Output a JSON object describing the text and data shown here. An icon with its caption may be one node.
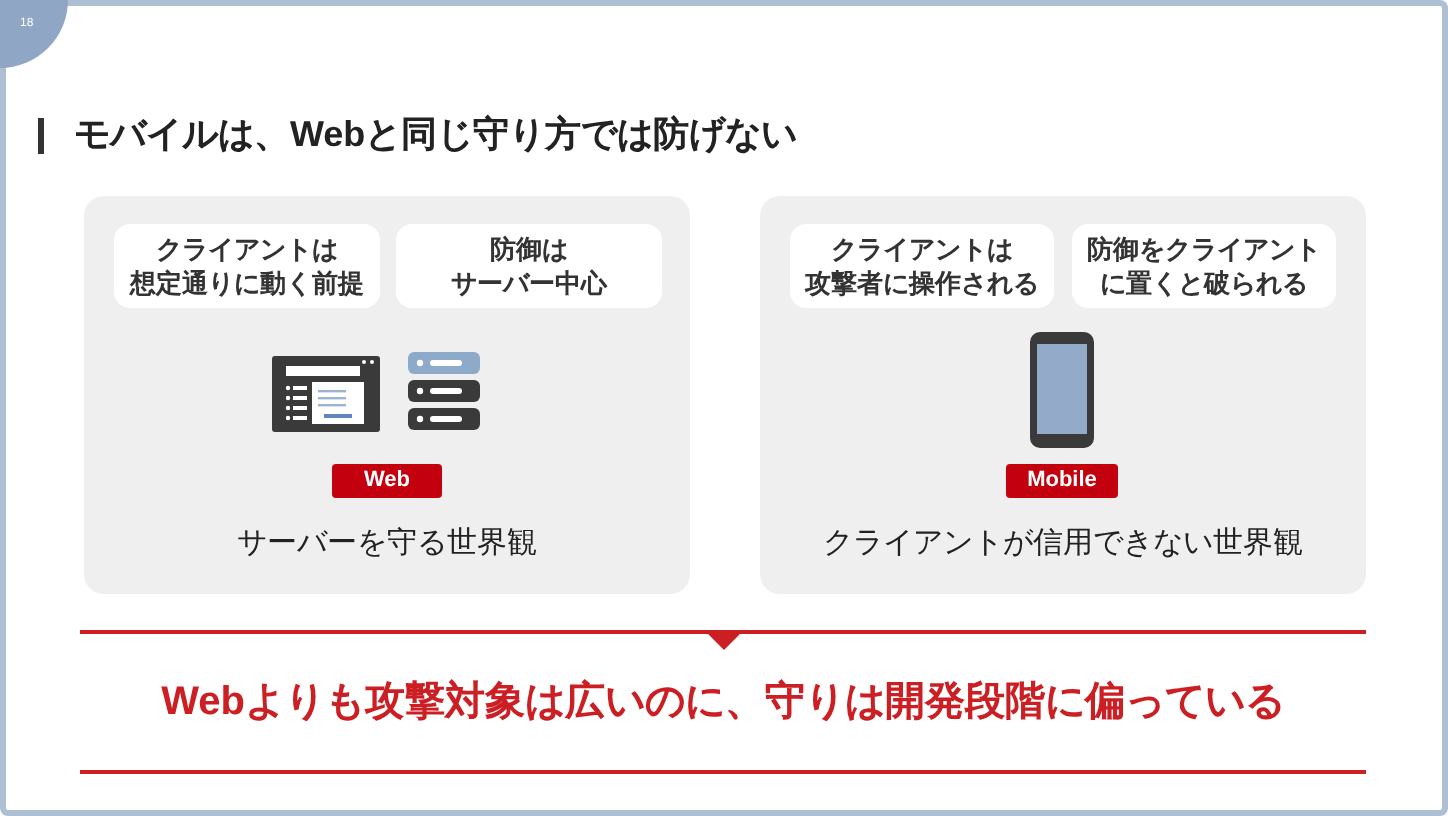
{
  "diagram": {
    "title": "モバイルは、Webと同じ守り方では防げない",
    "nodes": [
      {
        "text": [
          "サーバーを守る世界観"
        ]
      },
      {
        "text": [
          "クライアントは想定通りに動く前提"
        ],
        "in": 0
      },
      {
        "text": [
          "防御はサーバー中心"
        ],
        "in": 0
      },
      {
        "text": [
          "Web"
        ],
        "in": 0
      },
      {
        "text": [
          "クライアントが信用できない世界観"
        ]
      },
      {
        "text": [
          "クライアントは攻撃者に操作される"
        ],
        "in": 4
      },
      {
        "text": [
          "防御をクライアントに置くと破られる"
        ],
        "in": 4
      },
      {
        "text": [
          "Mobile"
        ],
        "in": 4
      },
      {
        "text": [
          "Webよりも攻撃対象は広いのに、守りは開発段階に偏っている"
        ]
      }
    ],
    "labels": [
      "18"
    ]
  }
}
